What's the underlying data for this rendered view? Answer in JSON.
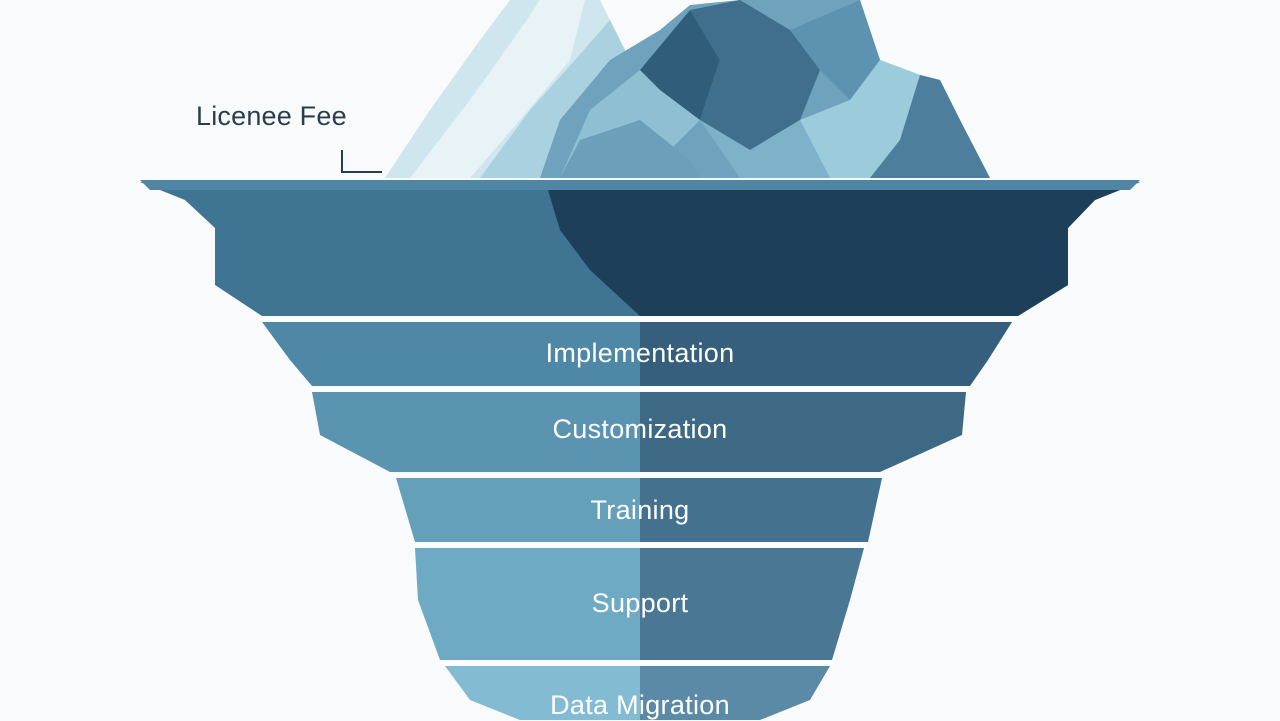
{
  "diagram": {
    "callout": {
      "label": "Licenee Fee"
    },
    "layers": [
      {
        "label": "Implementation"
      },
      {
        "label": "Customization"
      },
      {
        "label": "Training"
      },
      {
        "label": "Support"
      },
      {
        "label": "Data Migration"
      }
    ],
    "colors": {
      "background": "#f9fafb",
      "ice_light": "#cfe6ef",
      "ice_mid": "#8fbfd2",
      "ice_dark": "#3f6f8c",
      "deep_navy": "#1e3f5a",
      "band_left": "#5b94b1",
      "band_right": "#3d6985",
      "separator": "#ffffff"
    }
  }
}
